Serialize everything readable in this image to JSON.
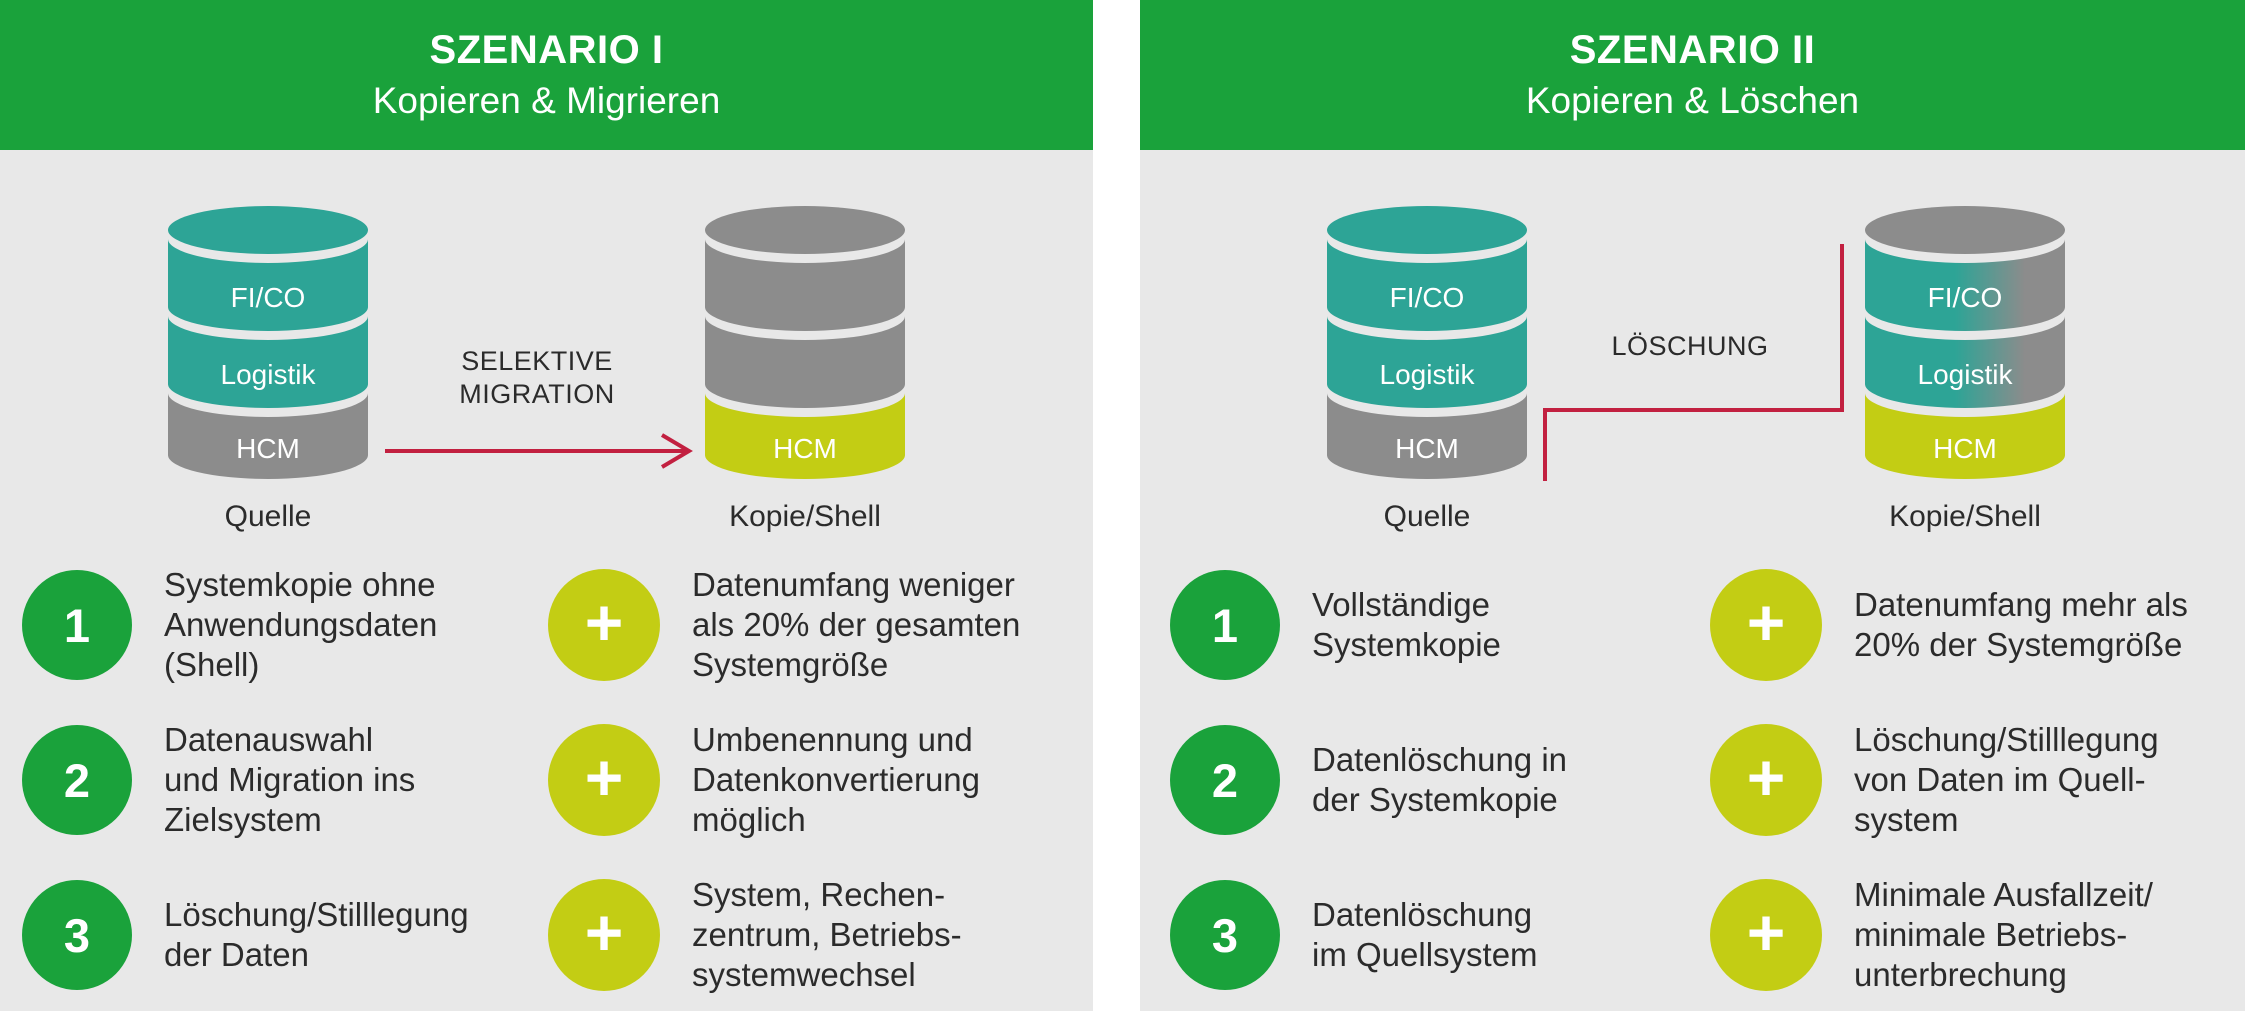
{
  "colors": {
    "green": "#1aa23b",
    "panel_bg": "#e8e8e8",
    "teal": "#2da496",
    "cyl_gray": "#8c8c8c",
    "yellow": "#c3cd14",
    "red": "#c22040",
    "text_dark": "#2b2b2b"
  },
  "panels": [
    {
      "header": {
        "title": "SZENARIO I",
        "subtitle": "Kopieren & Migrieren"
      },
      "diagram": {
        "source": {
          "bands": [
            "FI/CO",
            "Logistik",
            "HCM"
          ],
          "label": "Quelle"
        },
        "target": {
          "bands": [
            "",
            "",
            "HCM"
          ],
          "label": "Kopie/Shell"
        },
        "connector_label": "SELEKTIVE\nMIGRATION"
      },
      "steps": [
        {
          "num": "1",
          "text": "Systemkopie ohne\nAnwendungsdaten\n(Shell)"
        },
        {
          "num": "2",
          "text": "Datenauswahl\nund Migration ins\nZielsystem"
        },
        {
          "num": "3",
          "text": "Löschung/Stilllegung\nder Daten"
        }
      ],
      "benefits": [
        {
          "icon": "+",
          "text": "Datenumfang weniger\nals 20% der gesamten\nSystemgröße"
        },
        {
          "icon": "+",
          "text": "Umbenennung und\nDatenkonvertierung\nmöglich"
        },
        {
          "icon": "+",
          "text": "System, Rechen-\nzentrum, Betriebs-\nsystemwechsel"
        }
      ]
    },
    {
      "header": {
        "title": "SZENARIO II",
        "subtitle": "Kopieren & Löschen"
      },
      "diagram": {
        "source": {
          "bands": [
            "FI/CO",
            "Logistik",
            "HCM"
          ],
          "label": "Quelle"
        },
        "target": {
          "bands": [
            "FI/CO",
            "Logistik",
            "HCM"
          ],
          "label": "Kopie/Shell"
        },
        "connector_label": "LÖSCHUNG"
      },
      "steps": [
        {
          "num": "1",
          "text": "Vollständige\nSystemkopie"
        },
        {
          "num": "2",
          "text": "Datenlöschung in\nder Systemkopie"
        },
        {
          "num": "3",
          "text": "Datenlöschung\nim Quellsystem"
        }
      ],
      "benefits": [
        {
          "icon": "+",
          "text": "Datenumfang mehr als\n20% der Systemgröße"
        },
        {
          "icon": "+",
          "text": "Löschung/Stilllegung\nvon Daten im Quell-\nsystem"
        },
        {
          "icon": "+",
          "text": "Minimale Ausfallzeit/\nminimale Betriebs-\nunterbrechung"
        }
      ]
    }
  ]
}
